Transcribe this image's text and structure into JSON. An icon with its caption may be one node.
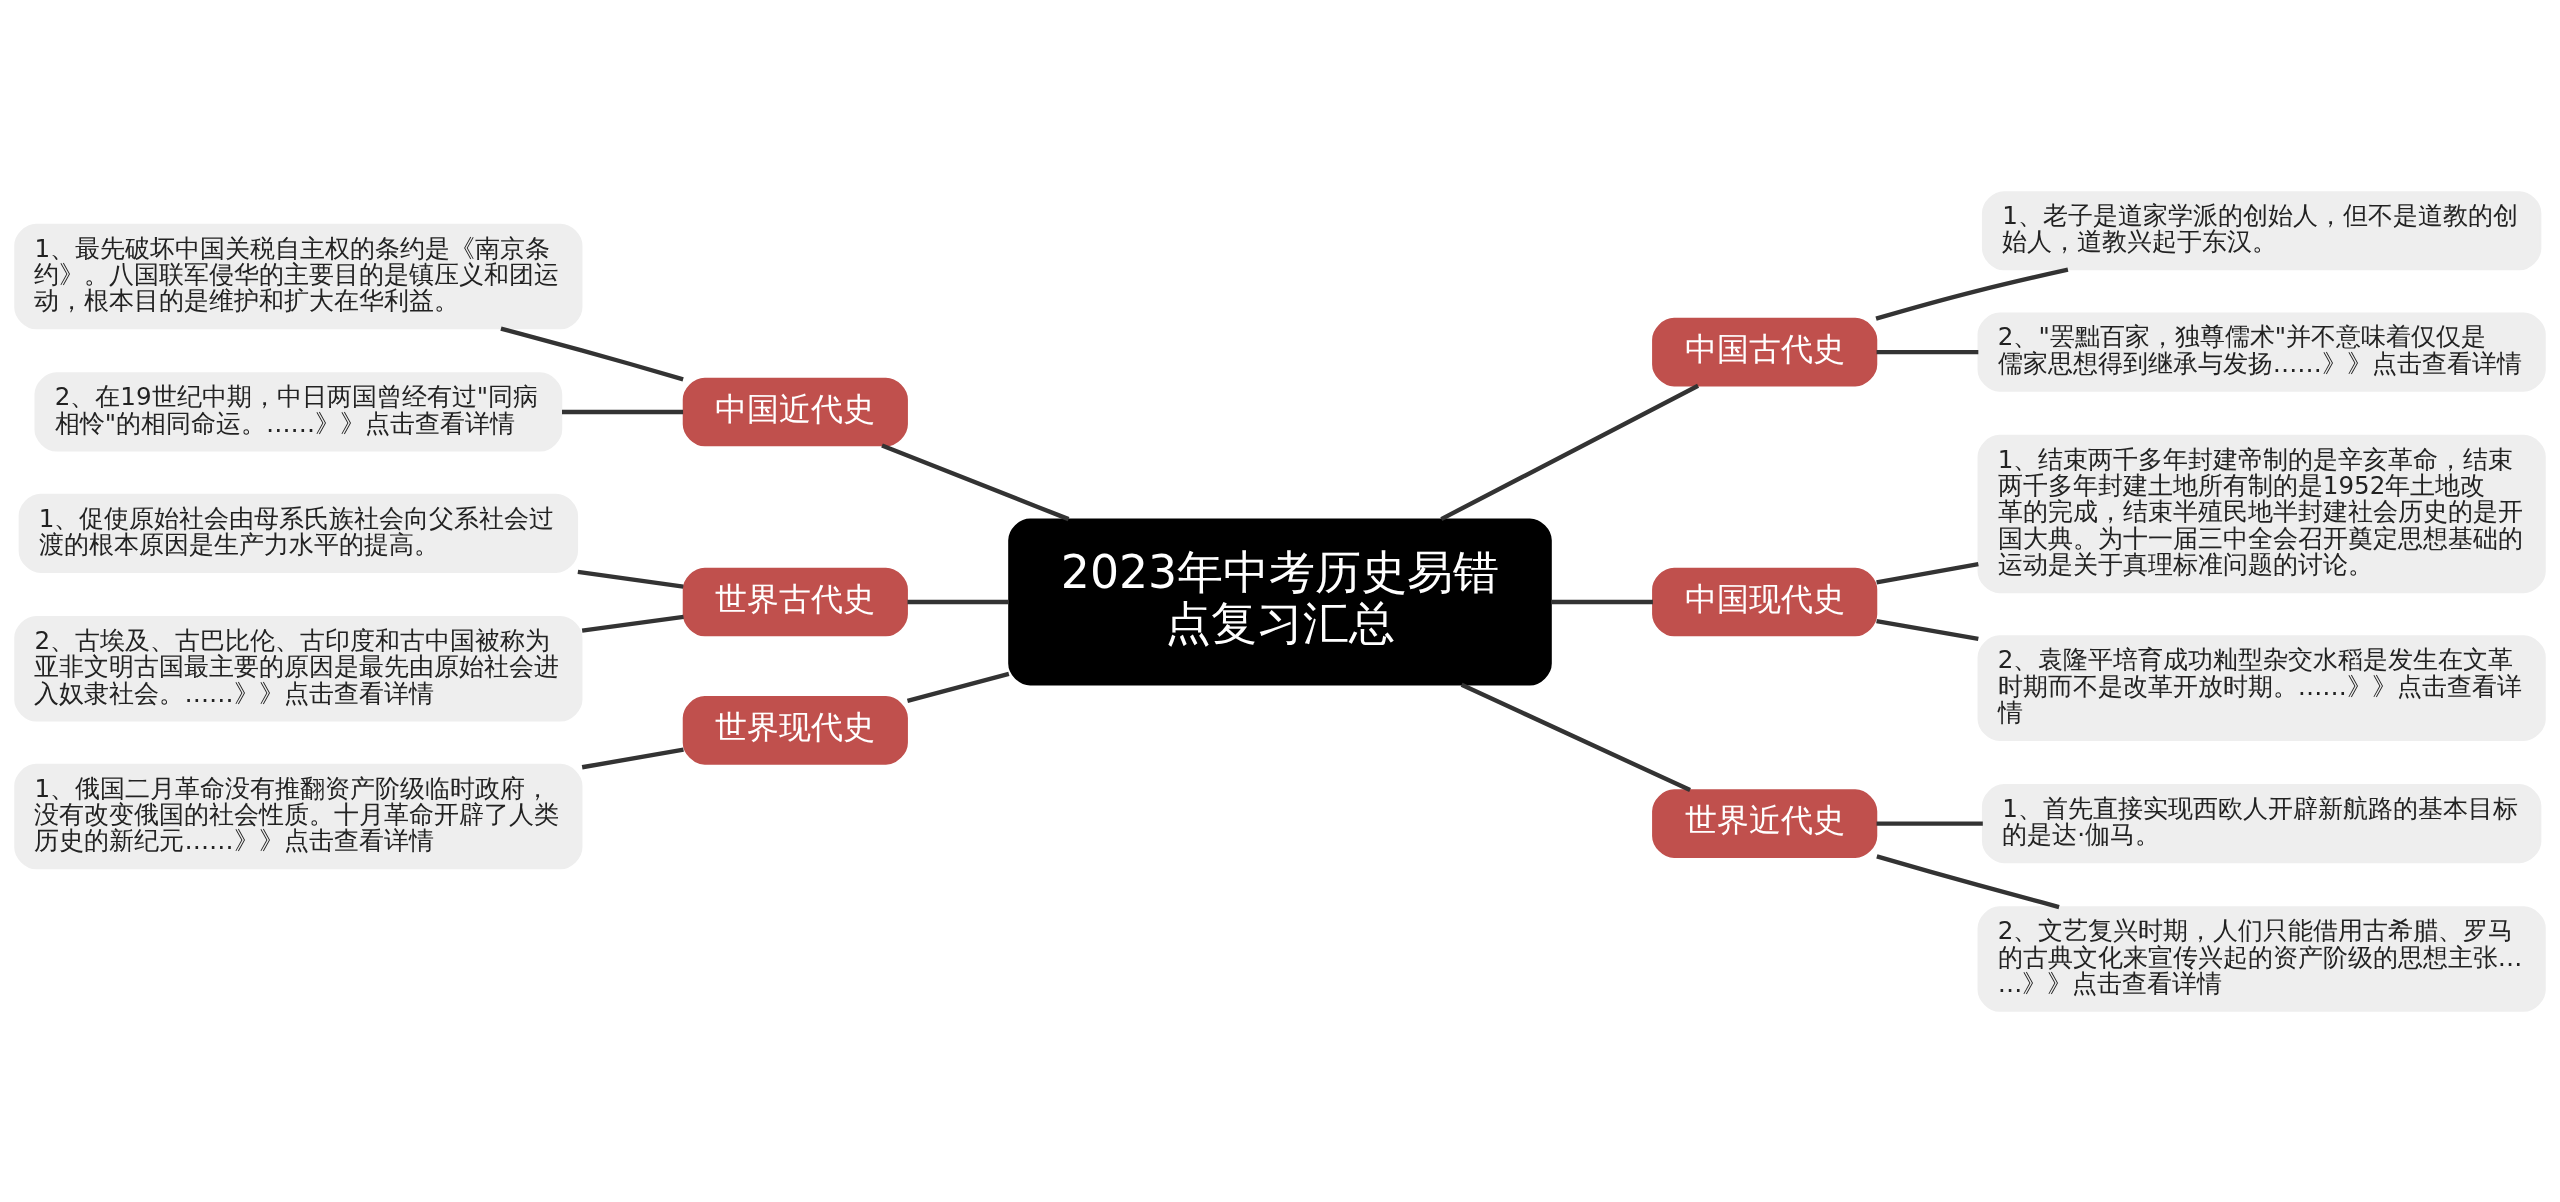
{
  "diagram": {
    "nodes": [
      {
        "text": [
          "2023年中考历史易错点复习汇总"
        ]
      },
      {
        "text": [
          "中国古代史"
        ]
      },
      {
        "text": [
          "1、老子是道家学派的创始人，但不是道教的创始人，道教兴起于东汉。"
        ]
      },
      {
        "text": [
          "2、\"罢黜百家，独尊儒术\"并不意味着仅仅是儒家思想得到继承与发扬……》》点击查看详情"
        ]
      },
      {
        "text": [
          "中国现代史"
        ]
      },
      {
        "text": [
          "1、结束两千多年封建帝制的是辛亥革命，结束两千多年封建土地所有制的是1952年土地改革的完成，结束半殖民地半封建社会历史的是开国大典。为十一届三中全会召开奠定思想基础的运动是关于真理标准问题的讨论。"
        ]
      },
      {
        "text": [
          "2、袁隆平培育成功籼型杂交水稻是发生在文革时期而不是改革开放时期。……》》点击查看详情"
        ]
      },
      {
        "text": [
          "世界近代史"
        ]
      },
      {
        "text": [
          "1、首先直接实现西欧人开辟新航路的基本目标的是达·伽马。"
        ]
      },
      {
        "text": [
          "2、文艺复兴时期，人们只能借用古希腊、罗马的古典文化来宣传兴起的资产阶级的思想主张……》》点击查看详情"
        ]
      },
      {
        "text": [
          "中国近代史"
        ]
      },
      {
        "text": [
          "1、最先破坏中国关税自主权的条约是《南京条约》。八国联军侵华的主要目的是镇压义和团运动，根本目的是维护和扩大在华利益。"
        ]
      },
      {
        "text": [
          "2、在19世纪中期，中日两国曾经有过\"同病相怜\"的相同命运。……》》点击查看详情"
        ]
      },
      {
        "text": [
          "世界古代史"
        ]
      },
      {
        "text": [
          "1、促使原始社会由母系氏族社会向父系社会过渡的根本原因是生产力水平的提高。"
        ]
      },
      {
        "text": [
          "2、古埃及、古巴比伦、古印度和古中国被称为亚非文明古国最主要的原因是最先由原始社会进入奴隶社会。……》》点击查看详情"
        ]
      },
      {
        "text": [
          "世界现代史"
        ]
      },
      {
        "text": [
          "1、俄国二月革命没有推翻资产阶级临时政府，没有改变俄国的社会性质。十月革命开辟了人类历史的新纪元……》》点击查看详情"
        ]
      }
    ],
    "edges": [
      {
        "from": 0,
        "to": 1,
        "arrow": "none"
      },
      {
        "from": 1,
        "to": 2,
        "arrow": "none"
      },
      {
        "from": 1,
        "to": 3,
        "arrow": "none"
      },
      {
        "from": 0,
        "to": 4,
        "arrow": "none"
      },
      {
        "from": 4,
        "to": 5,
        "arrow": "none"
      },
      {
        "from": 4,
        "to": 6,
        "arrow": "none"
      },
      {
        "from": 0,
        "to": 7,
        "arrow": "none"
      },
      {
        "from": 7,
        "to": 8,
        "arrow": "none"
      },
      {
        "from": 7,
        "to": 9,
        "arrow": "none"
      },
      {
        "from": 0,
        "to": 10,
        "arrow": "none"
      },
      {
        "from": 10,
        "to": 11,
        "arrow": "none"
      },
      {
        "from": 10,
        "to": 12,
        "arrow": "none"
      },
      {
        "from": 0,
        "to": 13,
        "arrow": "none"
      },
      {
        "from": 13,
        "to": 14,
        "arrow": "none"
      },
      {
        "from": 13,
        "to": 15,
        "arrow": "none"
      },
      {
        "from": 0,
        "to": 16,
        "arrow": "none"
      },
      {
        "from": 16,
        "to": 17,
        "arrow": "none"
      }
    ]
  }
}
